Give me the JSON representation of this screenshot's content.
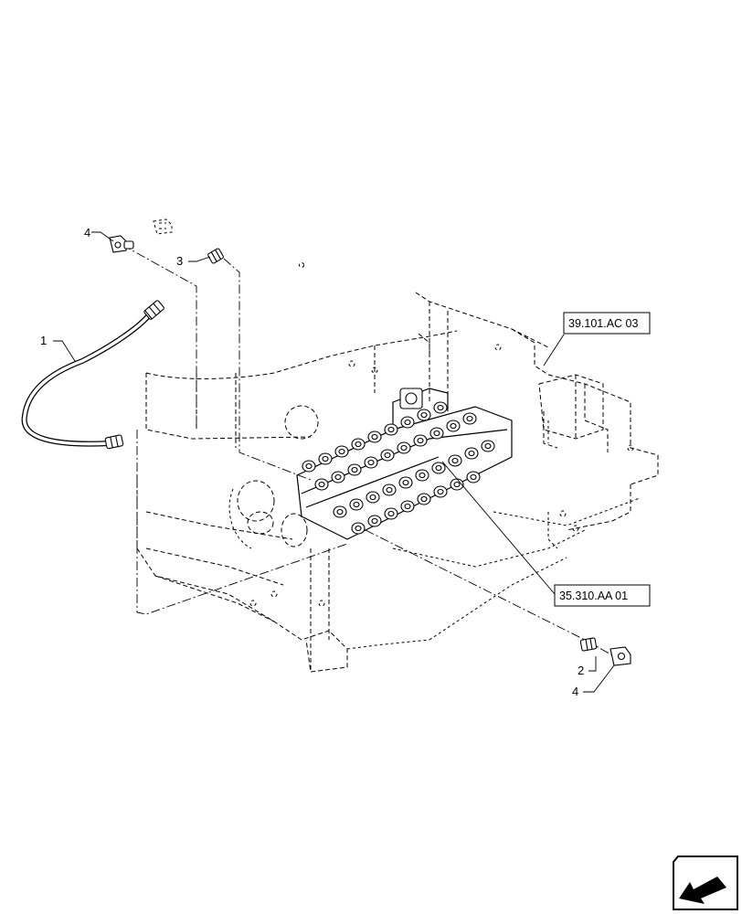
{
  "callouts": {
    "item_1": "1",
    "item_2": "2",
    "item_3": "3",
    "item_4_top": "4",
    "item_4_bottom": "4"
  },
  "references": {
    "ref_top": "39.101.AC 03",
    "ref_bottom": "35.310.AA 01"
  },
  "icons": {
    "nav": "previous-page-arrow-icon"
  }
}
